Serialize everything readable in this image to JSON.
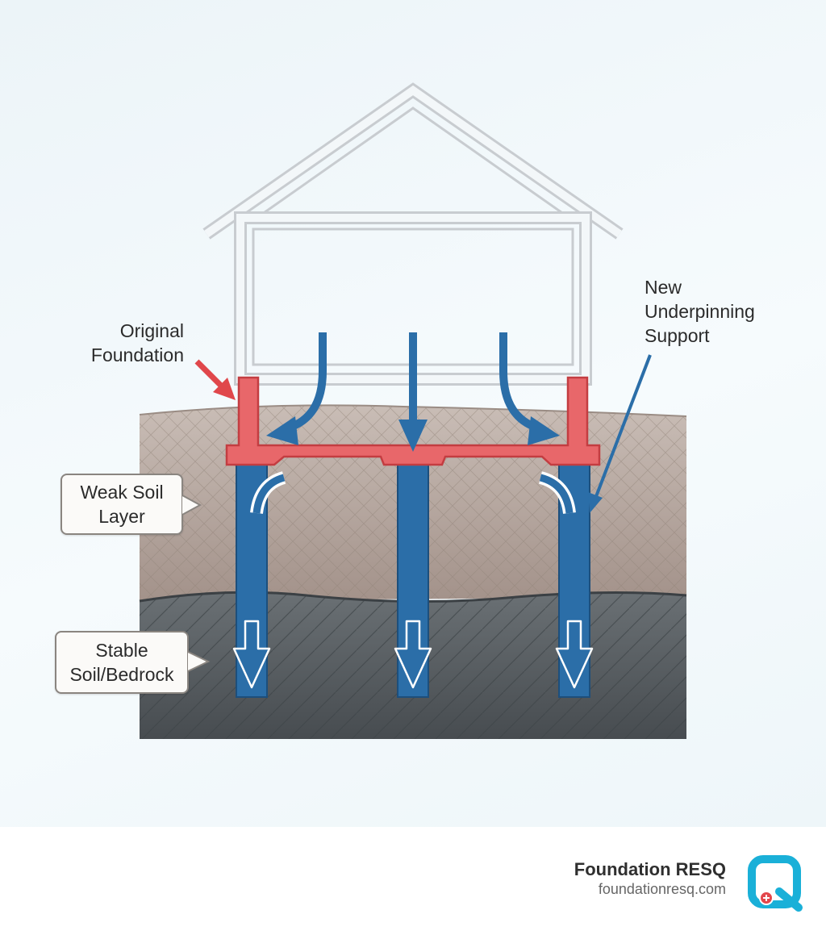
{
  "labels": {
    "original_foundation": [
      "Original",
      "Foundation"
    ],
    "new_support": [
      "New",
      "Underpinning",
      "Support"
    ],
    "weak_soil": [
      "Weak Soil",
      "Layer"
    ],
    "stable_soil": [
      "Stable",
      "Soil/Bedrock"
    ]
  },
  "brand": {
    "name": "Foundation RESQ",
    "url": "foundationresq.com",
    "logo_icon": "q-logo-icon"
  },
  "colors": {
    "foundation_red": "#e8676a",
    "pier_blue": "#2b6ea8",
    "weak_soil": "#b3a39a",
    "stable_soil": "#52585d",
    "house_outline": "#c8ccd0",
    "logo_cyan": "#1ab0d8"
  }
}
